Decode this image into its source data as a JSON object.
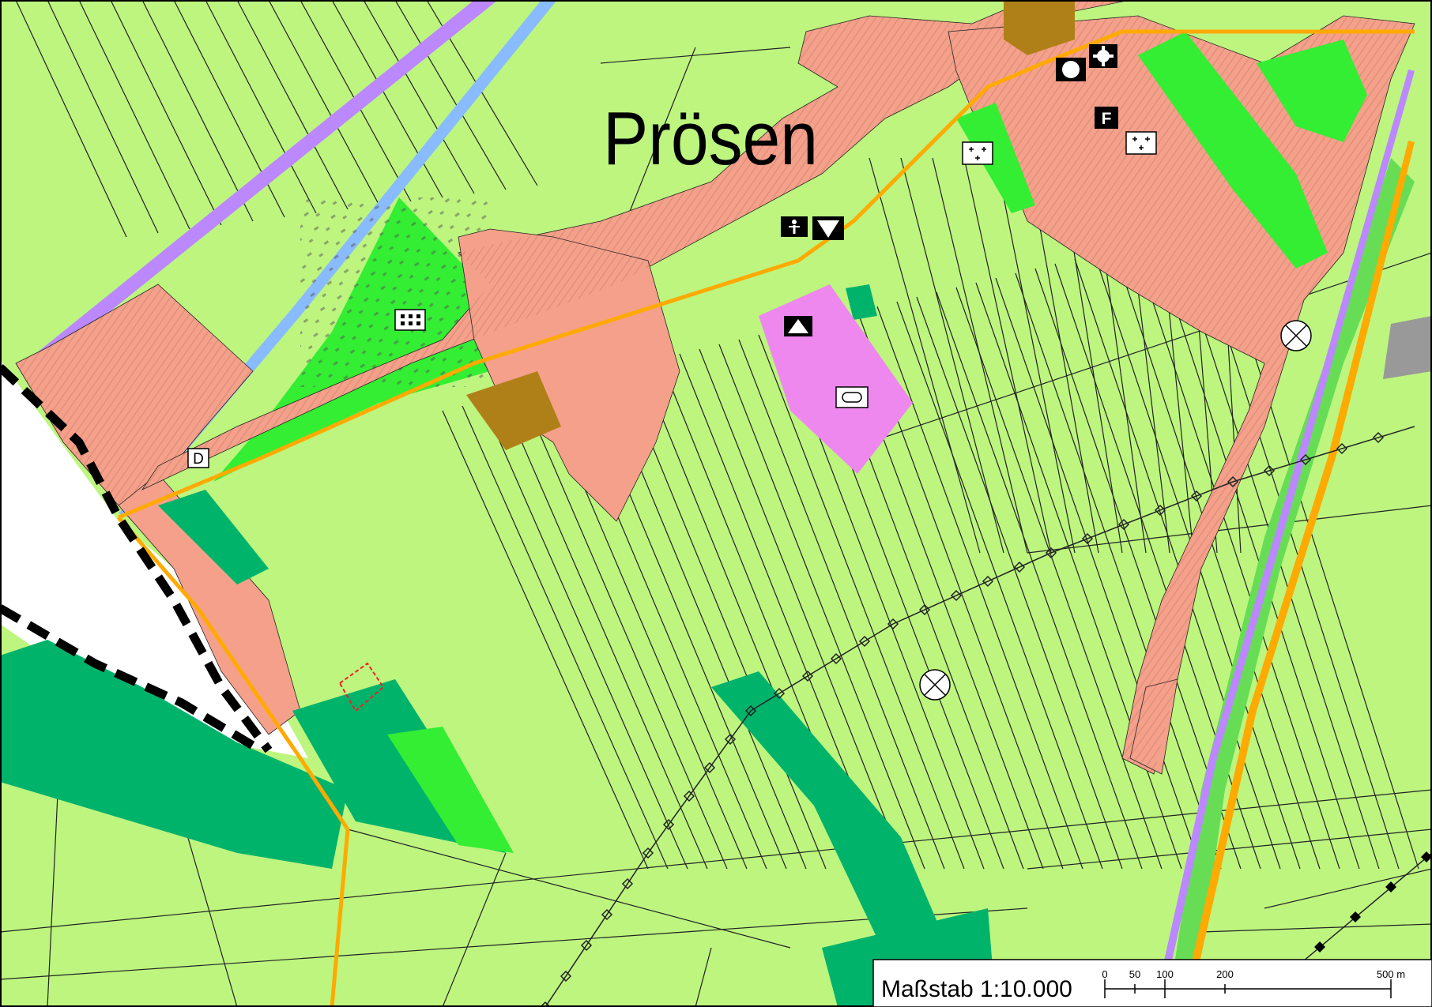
{
  "map": {
    "place_name": "Prösen",
    "colors": {
      "farmland": "#bdf57f",
      "settlement": "#f5a08a",
      "gardens": "#33ee33",
      "forest": "#00b36b",
      "green_area": "#66dd55",
      "special_area": "#ee88ee",
      "commercial_brown": "#b08018",
      "industrial_grey": "#999999",
      "water": "#88bbff",
      "railway_purple": "#bb88ff",
      "main_road": "#ffaa00",
      "boundary_line": "#000000",
      "outside_area": "#ffffff",
      "parcel_lines": "#222222",
      "plan_boundary_red": "#ee2222"
    },
    "symbols": [
      {
        "name": "school-icon",
        "label": "F"
      },
      {
        "name": "allotment-garden-icon"
      },
      {
        "name": "cemetery-icon"
      },
      {
        "name": "sports-facility-icon"
      },
      {
        "name": "church-icon"
      },
      {
        "name": "kindergarten-icon"
      },
      {
        "name": "wastewater-icon"
      },
      {
        "name": "water-supply-icon"
      },
      {
        "name": "public-admin-icon"
      },
      {
        "name": "swimming-pool-icon"
      },
      {
        "name": "monument-icon",
        "label": "D"
      },
      {
        "name": "wind-turbine-icon"
      }
    ]
  },
  "scale": {
    "label": "Maßstab 1:10.000",
    "ticks": [
      "0",
      "50",
      "100",
      "200",
      "500 m"
    ]
  }
}
